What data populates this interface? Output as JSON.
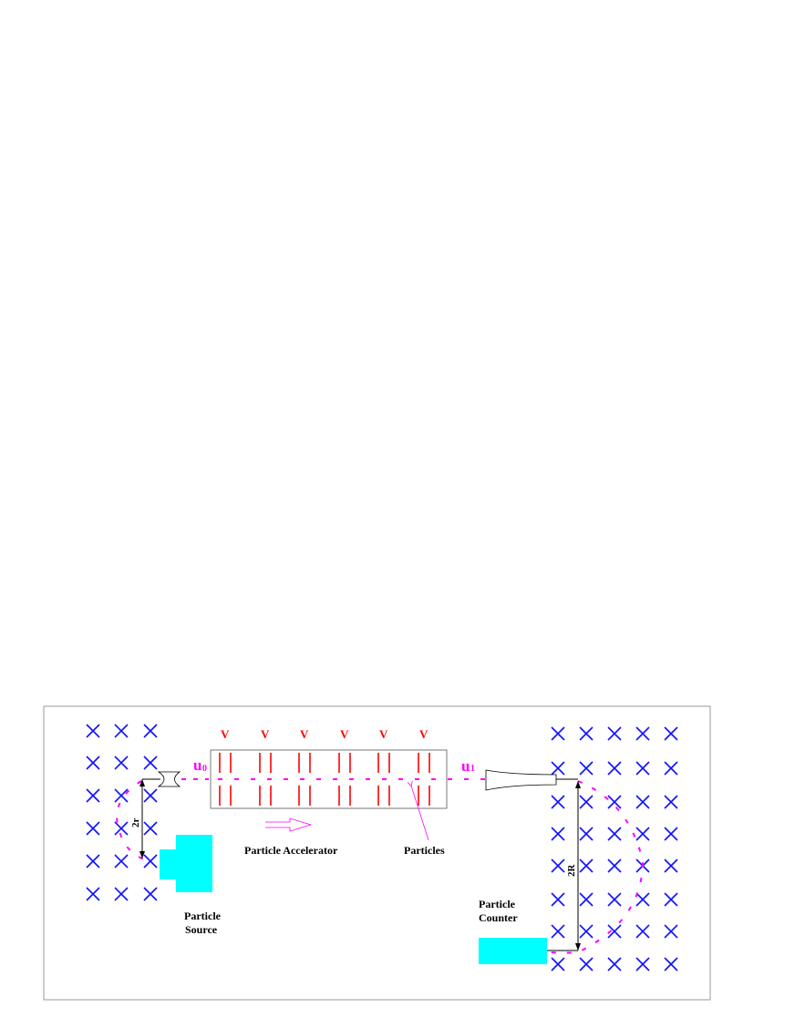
{
  "labels": {
    "source_line1": "Particle",
    "source_line2": "Source",
    "accelerator": "Particle Accelerator",
    "particles": "Particles",
    "counter_line1": "Particle",
    "counter_line2": "Counter",
    "small_radius": "2r",
    "large_radius": "2R",
    "u0_main": "u",
    "u0_sub": "0",
    "u1_main": "u",
    "u1_sub": "1",
    "voltage": [
      "V",
      "V",
      "V",
      "V",
      "V",
      "V"
    ]
  },
  "colors": {
    "field_marks": "#1010ff",
    "plates": "#ff0000",
    "particle_path": "#ff00ff",
    "devices": "#00ffff",
    "border": "#999999"
  },
  "field_direction": "into-page"
}
